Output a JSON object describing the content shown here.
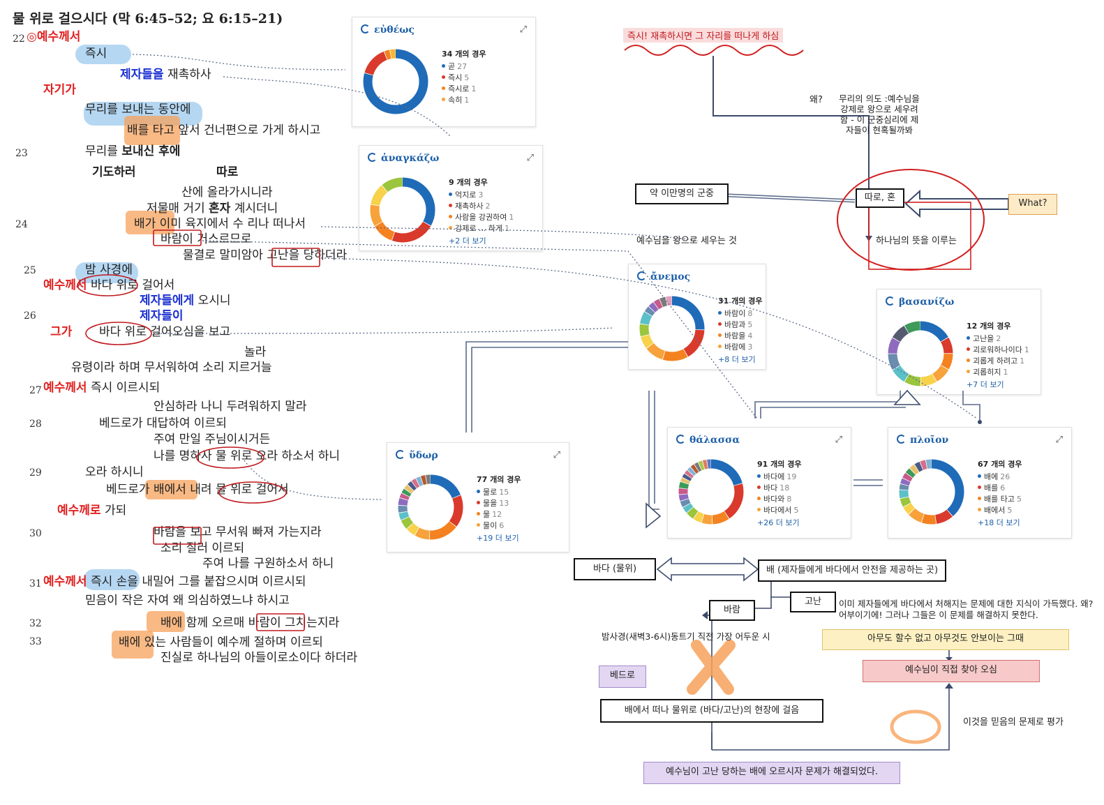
{
  "title": "물 위로 걸으시다 (막 6:45–52; 요 6:15–21)",
  "passage": {
    "verse_numbers": [
      "22",
      "23",
      "24",
      "25",
      "26",
      "27",
      "28",
      "29",
      "30",
      "31",
      "32",
      "33"
    ],
    "lines": [
      {
        "segments": [
          {
            "t": "◎예수께서",
            "s": "red"
          }
        ]
      },
      {
        "segments": [
          {
            "t": "즉시",
            "s": ""
          }
        ]
      },
      {
        "segments": [
          {
            "t": "제자들을",
            "s": "blue"
          },
          {
            "t": " 재촉하사",
            "s": ""
          }
        ]
      },
      {
        "segments": [
          {
            "t": "자기가",
            "s": "red"
          }
        ]
      },
      {
        "segments": [
          {
            "t": "무리를 보내는 동안에",
            "s": ""
          }
        ]
      },
      {
        "segments": [
          {
            "t": "배를 타고 앞서 건너편으로 가게 하시고",
            "s": ""
          }
        ]
      },
      {
        "segments": [
          {
            "t": "무리를 ",
            "s": ""
          },
          {
            "t": "보내신 후에",
            "s": "bold"
          }
        ]
      },
      {
        "segments": [
          {
            "t": "기도하러",
            "s": "bold"
          }
        ]
      },
      {
        "segments": [
          {
            "t": "따로",
            "s": "bold"
          }
        ]
      },
      {
        "segments": [
          {
            "t": "산에 올라가시니라",
            "s": ""
          }
        ]
      },
      {
        "segments": [
          {
            "t": "저물매 거기 ",
            "s": ""
          },
          {
            "t": "혼자",
            "s": "bold"
          },
          {
            "t": " 계시더니",
            "s": ""
          }
        ]
      },
      {
        "segments": [
          {
            "t": "배가 이미 육지에서 수 리나 떠나서",
            "s": ""
          }
        ]
      },
      {
        "segments": [
          {
            "t": "바람이 거스르므로",
            "s": ""
          }
        ]
      },
      {
        "segments": [
          {
            "t": "물결로 말미암아 고난을 당하더라",
            "s": ""
          }
        ]
      },
      {
        "segments": [
          {
            "t": "밤 사경에",
            "s": ""
          }
        ]
      },
      {
        "segments": [
          {
            "t": "예수께서",
            "s": "red"
          },
          {
            "t": " 바다 위로 걸어서",
            "s": ""
          }
        ]
      },
      {
        "segments": [
          {
            "t": "제자들에게",
            "s": "blue"
          },
          {
            "t": " 오시니",
            "s": ""
          }
        ]
      },
      {
        "segments": [
          {
            "t": "제자들이",
            "s": "blue"
          }
        ]
      },
      {
        "segments": [
          {
            "t": "그가",
            "s": "red"
          }
        ]
      },
      {
        "segments": [
          {
            "t": "바다 위로 걸어오심을 보고",
            "s": ""
          }
        ]
      },
      {
        "segments": [
          {
            "t": "놀라",
            "s": ""
          }
        ]
      },
      {
        "segments": [
          {
            "t": "유령이라 하며 무서워하여 소리 지르거늘",
            "s": ""
          }
        ]
      },
      {
        "segments": [
          {
            "t": "예수께서",
            "s": "red"
          },
          {
            "t": " 즉시 이르시되",
            "s": ""
          }
        ]
      },
      {
        "segments": [
          {
            "t": "안심하라 나니 두려워하지 말라",
            "s": ""
          }
        ]
      },
      {
        "segments": [
          {
            "t": "베드로가 대답하여 이르되",
            "s": ""
          }
        ]
      },
      {
        "segments": [
          {
            "t": "주여 만일 주님이시거든",
            "s": ""
          }
        ]
      },
      {
        "segments": [
          {
            "t": "나를 명하사 물 위로 오라 하소서 하니",
            "s": ""
          }
        ]
      },
      {
        "segments": [
          {
            "t": "오라 하시니",
            "s": ""
          }
        ]
      },
      {
        "segments": [
          {
            "t": "베드로가 배에서 내려 물 위로 걸어서",
            "s": ""
          }
        ]
      },
      {
        "segments": [
          {
            "t": "예수께로",
            "s": "red"
          },
          {
            "t": " 가되",
            "s": ""
          }
        ]
      },
      {
        "segments": [
          {
            "t": "바람을 보고 무서워 빠져 가는지라",
            "s": ""
          }
        ]
      },
      {
        "segments": [
          {
            "t": "소리 질러 이르되",
            "s": ""
          }
        ]
      },
      {
        "segments": [
          {
            "t": "주여 나를 구원하소서 하니",
            "s": ""
          }
        ]
      },
      {
        "segments": [
          {
            "t": "예수께서",
            "s": "red"
          },
          {
            "t": " 즉시 손을 내밀어 그를 붙잡으시며 이르시되",
            "s": ""
          }
        ]
      },
      {
        "segments": [
          {
            "t": "믿음이 작은 자여 왜 의심하였느냐 하시고",
            "s": ""
          }
        ]
      },
      {
        "segments": [
          {
            "t": "배에 함께 오르매 바람이 그치는지라",
            "s": ""
          }
        ]
      },
      {
        "segments": [
          {
            "t": "배에 있는 사람들이 예수께 절하며 이르되",
            "s": ""
          }
        ]
      },
      {
        "segments": [
          {
            "t": "진실로 하나님의 아들이로소이다 하더라",
            "s": ""
          }
        ]
      }
    ]
  },
  "cards": [
    {
      "id": "eutheos",
      "title": "εὐθέως",
      "count": "34 개의 경우",
      "items": [
        {
          "label": "곧",
          "n": "27"
        },
        {
          "label": "즉시",
          "n": "5"
        },
        {
          "label": "즉시로",
          "n": "1"
        },
        {
          "label": "속히",
          "n": "1"
        }
      ],
      "more": "",
      "segments": [
        {
          "value": 27,
          "color": "#1f6bb8"
        },
        {
          "value": 5,
          "color": "#d93a2b"
        },
        {
          "value": 1,
          "color": "#f58220"
        },
        {
          "value": 1,
          "color": "#f7b733"
        }
      ]
    },
    {
      "id": "anankazo",
      "title": "ἀναγκάζω",
      "count": "9 개의 경우",
      "items": [
        {
          "label": "억지로",
          "n": "3"
        },
        {
          "label": "재촉하사",
          "n": "2"
        },
        {
          "label": "사람을 강권하여",
          "n": "1"
        },
        {
          "label": "강제로 ... 하게",
          "n": "1"
        }
      ],
      "more": "+2 더 보기",
      "segments": [
        {
          "value": 3,
          "color": "#1f6bb8"
        },
        {
          "value": 2,
          "color": "#d93a2b"
        },
        {
          "value": 1,
          "color": "#f58220"
        },
        {
          "value": 1,
          "color": "#f7a23a"
        },
        {
          "value": 1,
          "color": "#f7d24a"
        },
        {
          "value": 1,
          "color": "#9bc53d"
        }
      ]
    },
    {
      "id": "anemos",
      "title": "ἄνεμος",
      "count": "31 개의 경우",
      "items": [
        {
          "label": "바람이",
          "n": "8"
        },
        {
          "label": "바람과",
          "n": "5"
        },
        {
          "label": "바람을",
          "n": "4"
        },
        {
          "label": "바람에",
          "n": "3"
        }
      ],
      "more": "+8 더 보기",
      "segments": [
        {
          "value": 8,
          "color": "#1f6bb8"
        },
        {
          "value": 5,
          "color": "#d93a2b"
        },
        {
          "value": 4,
          "color": "#f58220"
        },
        {
          "value": 3,
          "color": "#f7a23a"
        },
        {
          "value": 2,
          "color": "#f7d24a"
        },
        {
          "value": 2,
          "color": "#9bc53d"
        },
        {
          "value": 2,
          "color": "#5bc0c8"
        },
        {
          "value": 1,
          "color": "#6a8caf"
        },
        {
          "value": 1,
          "color": "#8e6bbf"
        },
        {
          "value": 1,
          "color": "#c85a8a"
        },
        {
          "value": 1,
          "color": "#7a7a7a"
        },
        {
          "value": 1,
          "color": "#e0a0c0"
        }
      ]
    },
    {
      "id": "basanizo",
      "title": "βασανίζω",
      "count": "12 개의 경우",
      "items": [
        {
          "label": "고난을",
          "n": "2"
        },
        {
          "label": "괴로워하나이다",
          "n": "1"
        },
        {
          "label": "괴롭게 하려고",
          "n": "1"
        },
        {
          "label": "괴롭히지",
          "n": "1"
        }
      ],
      "more": "+7 더 보기",
      "segments": [
        {
          "value": 2,
          "color": "#1f6bb8"
        },
        {
          "value": 1,
          "color": "#d93a2b"
        },
        {
          "value": 1,
          "color": "#f58220"
        },
        {
          "value": 1,
          "color": "#f7a23a"
        },
        {
          "value": 1,
          "color": "#f7d24a"
        },
        {
          "value": 1,
          "color": "#9bc53d"
        },
        {
          "value": 1,
          "color": "#5bc0c8"
        },
        {
          "value": 1,
          "color": "#6a8caf"
        },
        {
          "value": 1,
          "color": "#8e6bbf"
        },
        {
          "value": 1,
          "color": "#555a70"
        },
        {
          "value": 1,
          "color": "#3d9a5a"
        }
      ]
    },
    {
      "id": "hydor",
      "title": "ὕδωρ",
      "count": "77 개의 경우",
      "items": [
        {
          "label": "물로",
          "n": "15"
        },
        {
          "label": "물을",
          "n": "13"
        },
        {
          "label": "물",
          "n": "12"
        },
        {
          "label": "물이",
          "n": "6"
        }
      ],
      "more": "+19 더 보기",
      "segments": [
        {
          "value": 15,
          "color": "#1f6bb8"
        },
        {
          "value": 13,
          "color": "#d93a2b"
        },
        {
          "value": 12,
          "color": "#f58220"
        },
        {
          "value": 6,
          "color": "#f7a23a"
        },
        {
          "value": 4,
          "color": "#f7d24a"
        },
        {
          "value": 4,
          "color": "#9bc53d"
        },
        {
          "value": 3,
          "color": "#5bc0c8"
        },
        {
          "value": 3,
          "color": "#6a8caf"
        },
        {
          "value": 3,
          "color": "#8e6bbf"
        },
        {
          "value": 2,
          "color": "#c85a8a"
        },
        {
          "value": 2,
          "color": "#3d9a5a"
        },
        {
          "value": 2,
          "color": "#e8c26a"
        },
        {
          "value": 2,
          "color": "#4a5a8a"
        },
        {
          "value": 2,
          "color": "#d4708a"
        },
        {
          "value": 2,
          "color": "#7fb3d5"
        },
        {
          "value": 2,
          "color": "#b55a30"
        },
        {
          "value": 2,
          "color": "#7a7a7a"
        }
      ]
    },
    {
      "id": "thalassa",
      "title": "θάλασσα",
      "count": "91 개의 경우",
      "items": [
        {
          "label": "바다에",
          "n": "19"
        },
        {
          "label": "바다",
          "n": "18"
        },
        {
          "label": "바다와",
          "n": "8"
        },
        {
          "label": "바다에서",
          "n": "5"
        }
      ],
      "more": "+26 더 보기",
      "segments": [
        {
          "value": 19,
          "color": "#1f6bb8"
        },
        {
          "value": 18,
          "color": "#d93a2b"
        },
        {
          "value": 8,
          "color": "#f58220"
        },
        {
          "value": 5,
          "color": "#f7a23a"
        },
        {
          "value": 4,
          "color": "#f7d24a"
        },
        {
          "value": 4,
          "color": "#9bc53d"
        },
        {
          "value": 3,
          "color": "#5bc0c8"
        },
        {
          "value": 3,
          "color": "#6a8caf"
        },
        {
          "value": 3,
          "color": "#8e6bbf"
        },
        {
          "value": 3,
          "color": "#c85a8a"
        },
        {
          "value": 3,
          "color": "#3d9a5a"
        },
        {
          "value": 2,
          "color": "#e8c26a"
        },
        {
          "value": 2,
          "color": "#4a5a8a"
        },
        {
          "value": 2,
          "color": "#d4708a"
        },
        {
          "value": 2,
          "color": "#7fb3d5"
        },
        {
          "value": 2,
          "color": "#b55a30"
        },
        {
          "value": 2,
          "color": "#7a7a7a"
        },
        {
          "value": 2,
          "color": "#a8c84a"
        },
        {
          "value": 2,
          "color": "#e07a5a"
        },
        {
          "value": 2,
          "color": "#5a7ac8"
        }
      ]
    },
    {
      "id": "ploion",
      "title": "πλοῖον",
      "count": "67 개의 경우",
      "items": [
        {
          "label": "배에",
          "n": "26"
        },
        {
          "label": "배를",
          "n": "6"
        },
        {
          "label": "배를 타고",
          "n": "5"
        },
        {
          "label": "배에서",
          "n": "5"
        }
      ],
      "more": "+18 더 보기",
      "segments": [
        {
          "value": 26,
          "color": "#1f6bb8"
        },
        {
          "value": 6,
          "color": "#d93a2b"
        },
        {
          "value": 5,
          "color": "#f58220"
        },
        {
          "value": 5,
          "color": "#f7a23a"
        },
        {
          "value": 3,
          "color": "#f7d24a"
        },
        {
          "value": 3,
          "color": "#9bc53d"
        },
        {
          "value": 3,
          "color": "#5bc0c8"
        },
        {
          "value": 2,
          "color": "#6a8caf"
        },
        {
          "value": 2,
          "color": "#8e6bbf"
        },
        {
          "value": 2,
          "color": "#c85a8a"
        },
        {
          "value": 2,
          "color": "#3d9a5a"
        },
        {
          "value": 2,
          "color": "#e8c26a"
        },
        {
          "value": 2,
          "color": "#4a5a8a"
        },
        {
          "value": 2,
          "color": "#d4708a"
        },
        {
          "value": 2,
          "color": "#7fb3d5"
        }
      ]
    }
  ],
  "diagram": {
    "top_note": "즉시! 재촉하시면 그 자리를 떠나게 하심",
    "why": "왜?",
    "crowd_intent": "무리의 의도 :예수님을 강제로 왕으로 세우려함 - 이 군중심리에 제자들이 현혹될까봐",
    "crowd": "약 이만명의 군중",
    "alone": "따로, 혼",
    "what": "What?",
    "make_king": "예수님을 왕으로 세우는 것",
    "gods_will": "하나님의 뜻을 이루는",
    "sea": "바다 (물위)",
    "boat": "배 (제자들에게 바다에서 안전을 제공하는 곳)",
    "trouble": "고난",
    "wind": "바람",
    "problem_note": "이미 제자들에게 바다에서 처해지는 문제에 대한 지식이 가득했다. 왜? 어부이기에! 그러나 그들은 이 문제를 해결하지 못한다.",
    "night": "밤사경(새벽3-6시)동트기 직전 가장 어두운  시",
    "helpless": "아무도 할수 없고 아무것도 안보이는 그때",
    "jesus_comes": "예수님이 직접 찾아 오심",
    "peter": "베드로",
    "peter_walk": "배에서 떠나 물위로 (바다/고난)의 현장에 걸음",
    "faith": "이것을 믿음의 문제로 평가",
    "resolved": "예수님이 고난 당하는 배에 오르시자 문제가 해결되었다."
  }
}
